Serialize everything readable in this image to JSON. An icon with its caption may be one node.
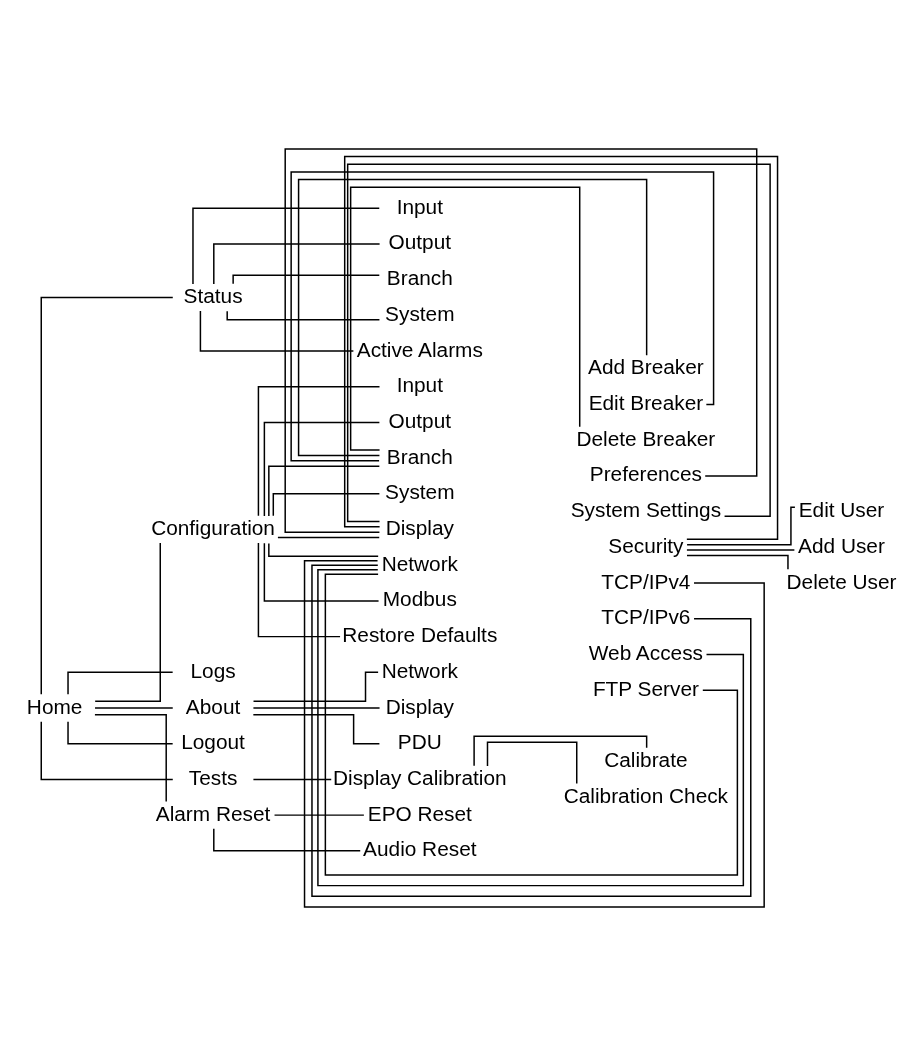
{
  "diagram": {
    "nodes": [
      {
        "text": [
          "Home"
        ]
      },
      {
        "text": [
          "Status"
        ]
      },
      {
        "text": [
          "Input"
        ]
      },
      {
        "text": [
          "Output"
        ]
      },
      {
        "text": [
          "Branch"
        ]
      },
      {
        "text": [
          "System"
        ]
      },
      {
        "text": [
          "Active Alarms"
        ]
      },
      {
        "text": [
          "Configuration"
        ]
      },
      {
        "text": [
          "Input"
        ]
      },
      {
        "text": [
          "Output"
        ]
      },
      {
        "text": [
          "Branch"
        ]
      },
      {
        "text": [
          "Add Breaker"
        ]
      },
      {
        "text": [
          "Edit Breaker"
        ]
      },
      {
        "text": [
          "Delete Breaker"
        ]
      },
      {
        "text": [
          "System"
        ]
      },
      {
        "text": [
          "Display"
        ]
      },
      {
        "text": [
          "Preferences"
        ]
      },
      {
        "text": [
          "System Settings"
        ]
      },
      {
        "text": [
          "Security"
        ]
      },
      {
        "text": [
          "Edit User"
        ]
      },
      {
        "text": [
          "Add User"
        ]
      },
      {
        "text": [
          "Delete User"
        ]
      },
      {
        "text": [
          "Network"
        ]
      },
      {
        "text": [
          "TCP/IPv4"
        ]
      },
      {
        "text": [
          "TCP/IPv6"
        ]
      },
      {
        "text": [
          "Web Access"
        ]
      },
      {
        "text": [
          "FTP Server"
        ]
      },
      {
        "text": [
          "Modbus"
        ]
      },
      {
        "text": [
          "Restore Defaults"
        ]
      },
      {
        "text": [
          "Logs"
        ]
      },
      {
        "text": [
          "About"
        ]
      },
      {
        "text": [
          "Network"
        ]
      },
      {
        "text": [
          "Display"
        ]
      },
      {
        "text": [
          "PDU"
        ]
      },
      {
        "text": [
          "Logout"
        ]
      },
      {
        "text": [
          "Tests"
        ]
      },
      {
        "text": [
          "Display Calibration"
        ]
      },
      {
        "text": [
          "Calibrate"
        ]
      },
      {
        "text": [
          "Calibration Check"
        ]
      },
      {
        "text": [
          "Alarm Reset"
        ]
      },
      {
        "text": [
          "EPO Reset"
        ]
      },
      {
        "text": [
          "Audio Reset"
        ]
      }
    ],
    "edges": [
      {
        "from": 0,
        "to": 1,
        "arrow": "none"
      },
      {
        "from": 1,
        "to": 2,
        "arrow": "none"
      },
      {
        "from": 1,
        "to": 3,
        "arrow": "none"
      },
      {
        "from": 1,
        "to": 4,
        "arrow": "none"
      },
      {
        "from": 1,
        "to": 5,
        "arrow": "none"
      },
      {
        "from": 1,
        "to": 6,
        "arrow": "none"
      },
      {
        "from": 0,
        "to": 7,
        "arrow": "none"
      },
      {
        "from": 7,
        "to": 8,
        "arrow": "none"
      },
      {
        "from": 7,
        "to": 9,
        "arrow": "none"
      },
      {
        "from": 7,
        "to": 10,
        "arrow": "none"
      },
      {
        "from": 10,
        "to": 11,
        "arrow": "none"
      },
      {
        "from": 10,
        "to": 12,
        "arrow": "none"
      },
      {
        "from": 10,
        "to": 13,
        "arrow": "none"
      },
      {
        "from": 7,
        "to": 14,
        "arrow": "none"
      },
      {
        "from": 7,
        "to": 15,
        "arrow": "none"
      },
      {
        "from": 15,
        "to": 16,
        "arrow": "none"
      },
      {
        "from": 15,
        "to": 17,
        "arrow": "none"
      },
      {
        "from": 15,
        "to": 18,
        "arrow": "none"
      },
      {
        "from": 18,
        "to": 19,
        "arrow": "none"
      },
      {
        "from": 18,
        "to": 20,
        "arrow": "none"
      },
      {
        "from": 18,
        "to": 21,
        "arrow": "none"
      },
      {
        "from": 7,
        "to": 22,
        "arrow": "none"
      },
      {
        "from": 22,
        "to": 23,
        "arrow": "none"
      },
      {
        "from": 22,
        "to": 24,
        "arrow": "none"
      },
      {
        "from": 22,
        "to": 25,
        "arrow": "none"
      },
      {
        "from": 22,
        "to": 26,
        "arrow": "none"
      },
      {
        "from": 7,
        "to": 27,
        "arrow": "none"
      },
      {
        "from": 7,
        "to": 28,
        "arrow": "none"
      },
      {
        "from": 0,
        "to": 29,
        "arrow": "none"
      },
      {
        "from": 0,
        "to": 30,
        "arrow": "none"
      },
      {
        "from": 30,
        "to": 31,
        "arrow": "none"
      },
      {
        "from": 30,
        "to": 32,
        "arrow": "none"
      },
      {
        "from": 30,
        "to": 33,
        "arrow": "none"
      },
      {
        "from": 0,
        "to": 34,
        "arrow": "none"
      },
      {
        "from": 0,
        "to": 35,
        "arrow": "none"
      },
      {
        "from": 35,
        "to": 36,
        "arrow": "none"
      },
      {
        "from": 36,
        "to": 37,
        "arrow": "none"
      },
      {
        "from": 36,
        "to": 38,
        "arrow": "none"
      },
      {
        "from": 0,
        "to": 39,
        "arrow": "none"
      },
      {
        "from": 39,
        "to": 40,
        "arrow": "none"
      },
      {
        "from": 39,
        "to": 41,
        "arrow": "none"
      }
    ]
  }
}
